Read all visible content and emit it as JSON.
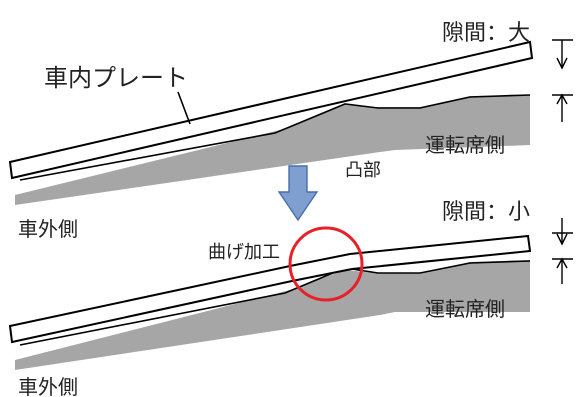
{
  "top": {
    "plate_label": "車内プレート",
    "gap_label": "隙間：大",
    "driver_side": "運転席側",
    "outer_side": "車外側",
    "bump_label": "凸部"
  },
  "bottom": {
    "gap_label": "隙間：小",
    "bend_label": "曲げ加工",
    "driver_side": "運転席側",
    "outer_side": "車外側"
  },
  "colors": {
    "surface_fill": "#a6a6a6",
    "arrow_fill": "#7f9fd0",
    "arrow_stroke": "#4a6ea8",
    "highlight_circle": "#e8202a",
    "highlight_text": "#e8202a",
    "plate_stroke": "#000000"
  },
  "icons": {
    "transition": "down-arrow-icon",
    "gap_markers": "dimension-arrow-icon"
  }
}
